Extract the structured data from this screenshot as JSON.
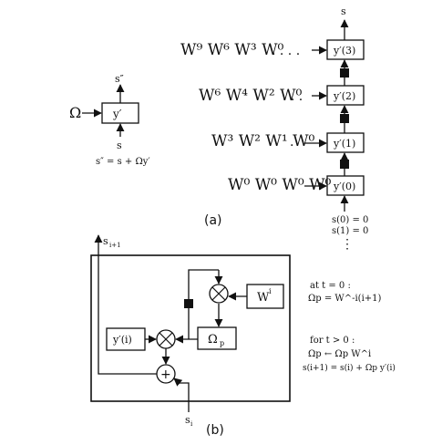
{
  "panel_a": {
    "caption": "(a)",
    "cell": {
      "omega": "Ω",
      "box": "y′",
      "out": "s″",
      "in": "s",
      "equation": "s″ = s + Ωy′"
    },
    "top_output": "s",
    "rows": [
      {
        "box": "y′(3)",
        "weights": "W⁹ W⁶ W³ W⁰",
        "dots": ". . . ."
      },
      {
        "box": "y′(2)",
        "weights": "W⁶ W⁴ W² W⁰",
        "dots": ". . ."
      },
      {
        "box": "y′(1)",
        "weights": "W³ W² W¹ W⁰",
        "dots": "."
      },
      {
        "box": "y′(0)",
        "weights": "W⁰ W⁰ W⁰ W⁰",
        "dots": ""
      }
    ],
    "init": [
      "s(0) = 0",
      "s(1) = 0"
    ],
    "more": "⋮"
  },
  "panel_b": {
    "caption": "(b)",
    "out_label": "s",
    "out_sub": "i+1",
    "in_label": "s",
    "in_sub": "i",
    "weight_box": "W",
    "weight_sup": "i",
    "omega_box": "Ω",
    "omega_sub": "p",
    "y_box": "y′(i)",
    "plus": "+",
    "notes": {
      "t0_line1": "at  t = 0 :",
      "t0_line2": "Ωp = W^-i(i+1)",
      "tpos_line1": "for  t > 0 :",
      "tpos_line2": "Ωp ← Ωp W^i",
      "tpos_line3": "s(i+1) = s(i) + Ωp y′(i)"
    }
  }
}
